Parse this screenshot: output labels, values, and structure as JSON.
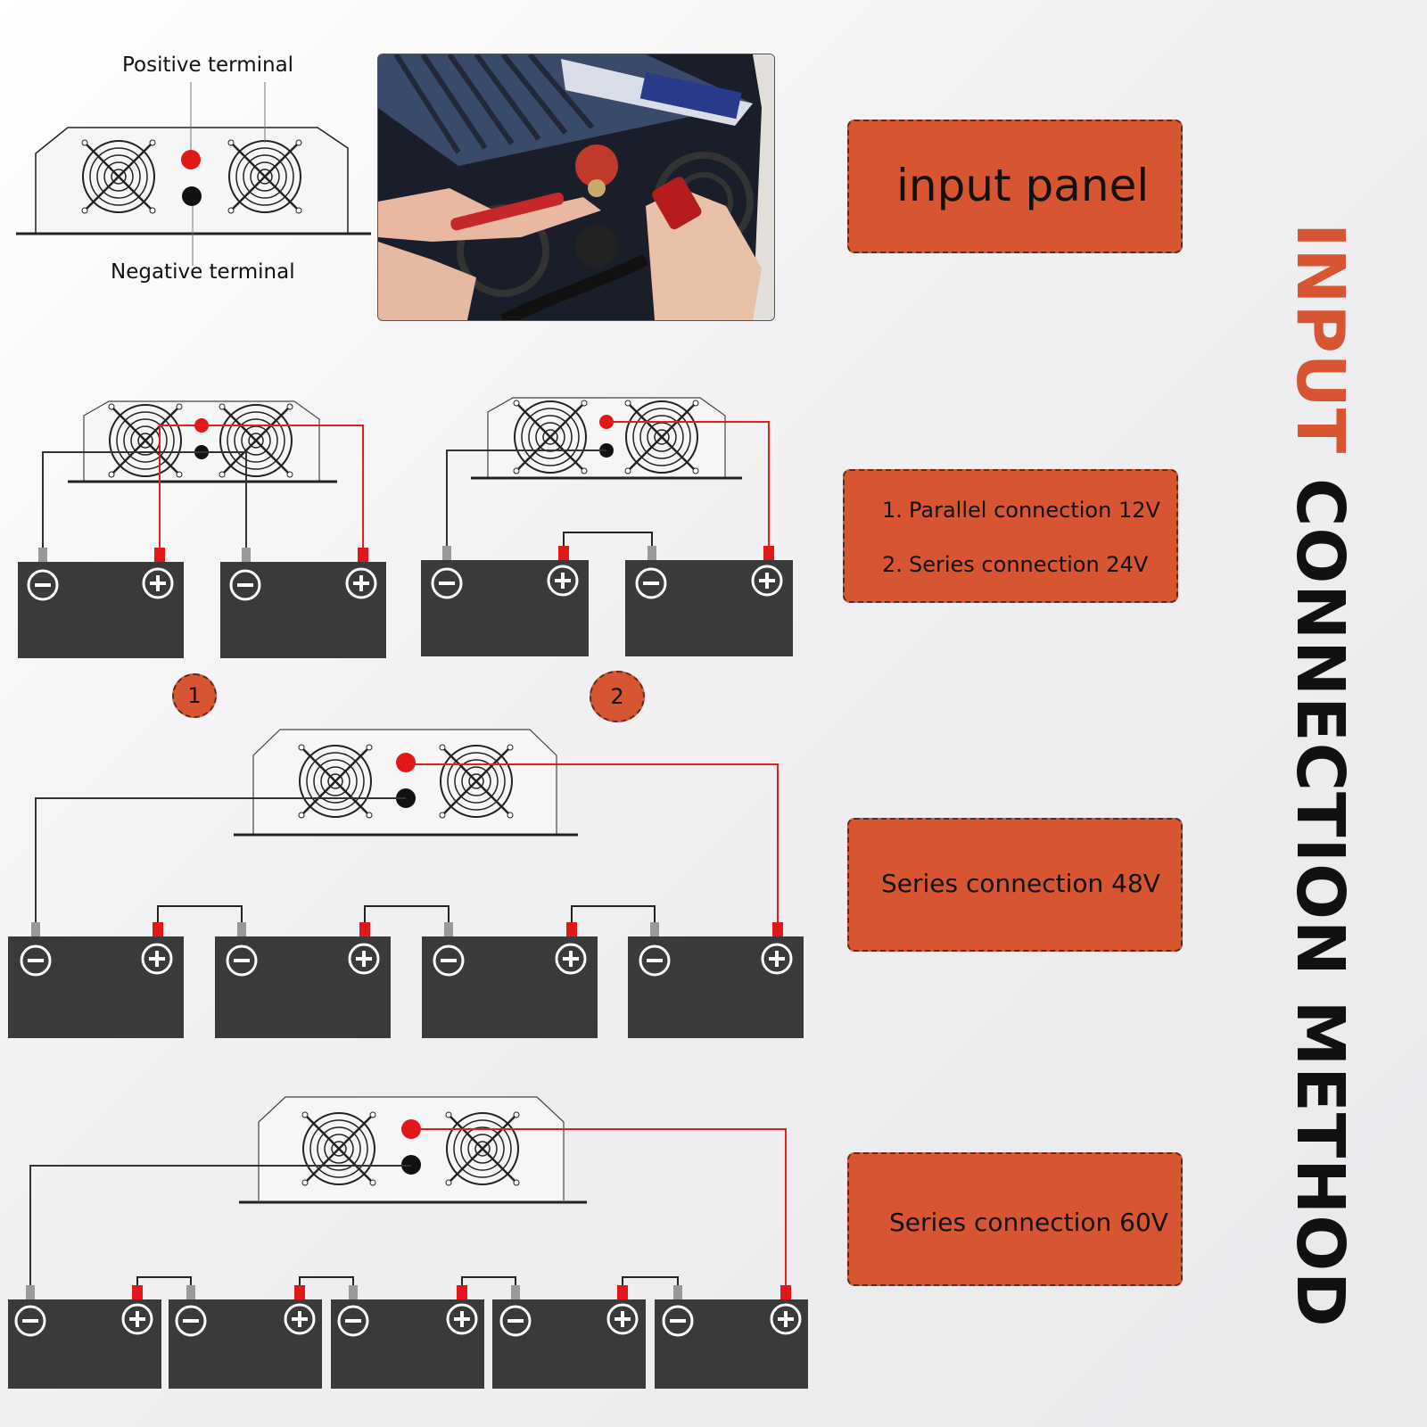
{
  "top_diagram": {
    "positive_label": "Positive terminal",
    "negative_label": "Negative terminal"
  },
  "photo": {
    "alt_icon": "inverter-photo"
  },
  "boxes": {
    "input_panel": "input panel",
    "list_1_num": "1.",
    "list_1": "Parallel connection 12V",
    "list_2_num": "2.",
    "list_2": "Series connection 24V",
    "series_48": "Series connection 48V",
    "series_60": "Series connection 60V"
  },
  "badges": {
    "one": "1",
    "two": "2"
  },
  "title": {
    "accent": "INPUT",
    "rest": " CONNECTION METHOD"
  },
  "colors": {
    "accent": "#d85532",
    "positive_wire": "#e02020",
    "negative_wire": "#333333",
    "battery": "#3a3a3a"
  }
}
